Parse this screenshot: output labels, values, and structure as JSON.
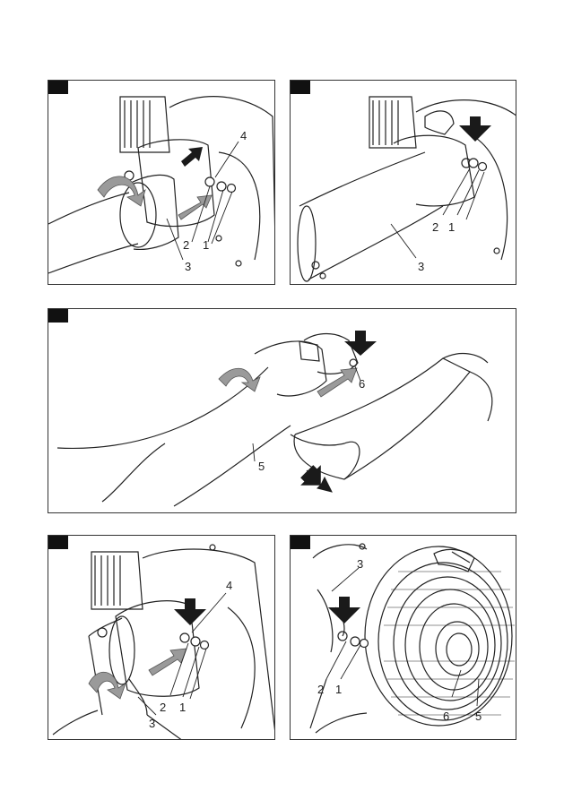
{
  "figures": [
    {
      "id": "fig-1",
      "callouts": [
        "4",
        "2",
        "1",
        "3"
      ]
    },
    {
      "id": "fig-2",
      "callouts": [
        "2",
        "1",
        "3"
      ]
    },
    {
      "id": "fig-3",
      "callouts": [
        "6",
        "5"
      ]
    },
    {
      "id": "fig-4",
      "callouts": [
        "4",
        "2",
        "1",
        "3"
      ]
    },
    {
      "id": "fig-5",
      "callouts": [
        "3",
        "2",
        "1",
        "6",
        "5"
      ]
    }
  ],
  "colors": {
    "frame": "#333333",
    "tag": "#111111",
    "arrow_grey": "#9a9a9a",
    "arrow_dark": "#1a1a1a",
    "line": "#222222"
  },
  "icons": [
    "curved-rotate-arrow",
    "push-arrow",
    "screw",
    "washer",
    "blower-housing",
    "blower-tube",
    "flat-nozzle",
    "air-filter"
  ]
}
